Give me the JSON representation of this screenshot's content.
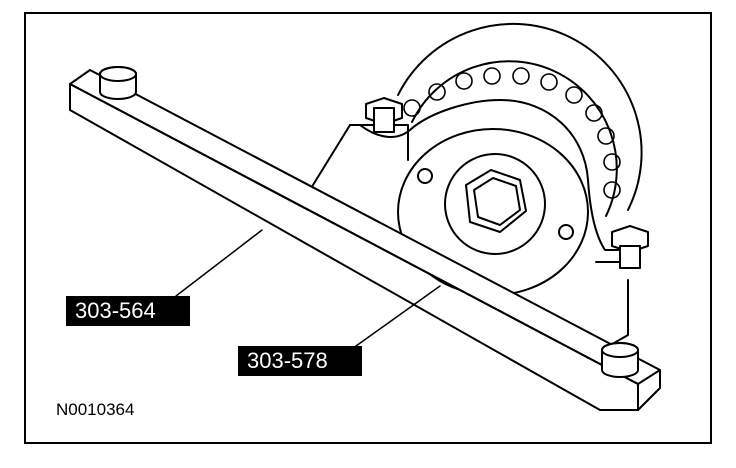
{
  "figure": {
    "callouts": [
      {
        "id": "tool-a",
        "text": "303-564"
      },
      {
        "id": "tool-b",
        "text": "303-578"
      }
    ],
    "figure_number": "N0010364"
  },
  "colors": {
    "ink": "#000000",
    "paper": "#ffffff",
    "label_background": "#000000",
    "label_text": "#ffffff"
  }
}
